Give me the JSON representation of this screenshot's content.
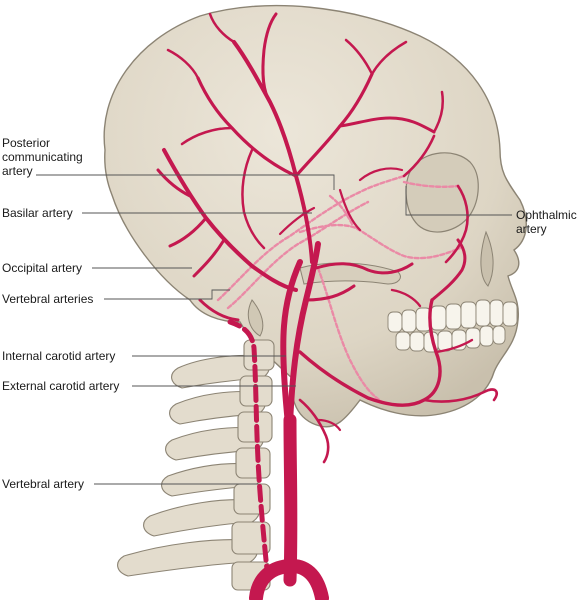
{
  "labels": {
    "posterior_communicating": "Posterior\ncommunicating\nartery",
    "basilar": "Basilar artery",
    "occipital": "Occipital artery",
    "vertebral_arteries": "Vertebral arteries",
    "internal_carotid": "Internal carotid artery",
    "external_carotid": "External carotid artery",
    "vertebral_artery": "Vertebral artery",
    "ophthalmic": "Ophthalmic\nartery"
  },
  "colors": {
    "artery": "#c4184f",
    "artery_faint": "#ea8aa6",
    "bone": "#e3dccd",
    "bone_shadow": "#c9c0ad",
    "bone_outline": "#8c8474",
    "leader_line": "#555555"
  }
}
